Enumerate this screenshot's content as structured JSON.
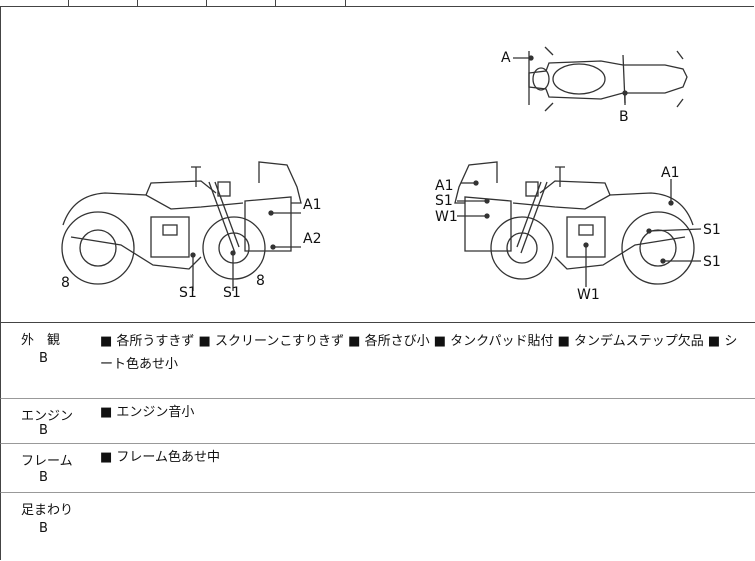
{
  "diagram": {
    "labels": {
      "a": "A",
      "b": "B",
      "a1": "A1",
      "a2": "A2",
      "s1": "S1",
      "w1": "W1",
      "eight": "8"
    }
  },
  "sections": [
    {
      "label": "外　観",
      "grade": "B",
      "text": "■ 各所うすきず ■ スクリーンこすりきず ■ 各所さび小 ■ タンクパッド貼付 ■ タンデムステップ欠品 ■ シート色あせ小"
    },
    {
      "label": "エンジン",
      "grade": "B",
      "text": "■ エンジン音小"
    },
    {
      "label": "フレーム",
      "grade": "B",
      "text": "■ フレーム色あせ中"
    },
    {
      "label": "足まわり",
      "grade": "B",
      "text": ""
    }
  ]
}
